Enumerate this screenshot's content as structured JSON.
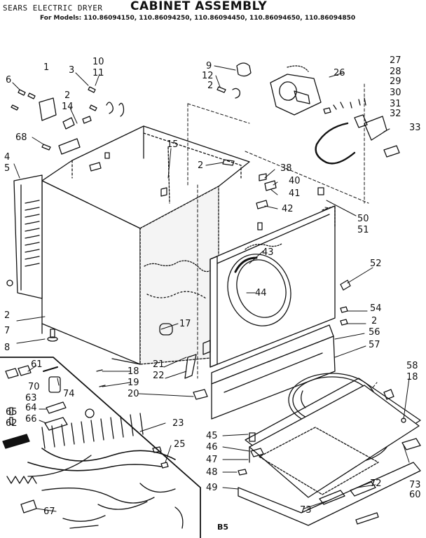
{
  "header": {
    "brand_line": "SEARS ELECTRIC DRYER",
    "title": "CABINET ASSEMBLY",
    "models_line": "For Models: 110.86094150, 110.86094250, 110.86094450, 110.86094650, 110.86094850"
  },
  "footer": {
    "page_code": "B5"
  },
  "callouts": {
    "c1": "1",
    "c10": "10",
    "c11": "11",
    "c3": "3",
    "c6": "6",
    "c2a": "2",
    "c14": "14",
    "c68": "68",
    "c4": "4",
    "c5": "5",
    "c9": "9",
    "c12": "12",
    "c2b": "2",
    "c15": "15",
    "c2c": "2",
    "c38": "38",
    "c40": "40",
    "c41": "41",
    "c42": "42",
    "c26": "26",
    "c27": "27",
    "c28": "28",
    "c29": "29",
    "c30": "30",
    "c31": "31",
    "c32": "32",
    "c33": "33",
    "c50": "50",
    "c51": "51",
    "c43": "43",
    "c52": "52",
    "c44": "44",
    "c2d": "2",
    "c7": "7",
    "c17": "17",
    "c54": "54",
    "c2e": "2",
    "c56": "56",
    "c8": "8",
    "c57": "57",
    "c61": "61",
    "c70": "70",
    "c63": "63",
    "c74": "74",
    "c18a": "18",
    "c19": "19",
    "c20": "20",
    "c21": "21",
    "c22": "22",
    "c58": "58",
    "c18b": "18",
    "c65": "65",
    "c62": "62",
    "c64": "64",
    "c66": "66",
    "c23": "23",
    "c25": "25",
    "c45": "45",
    "c46": "46",
    "c47": "47",
    "c48": "48",
    "c49": "49",
    "c72": "72",
    "c73a": "73",
    "c60": "60",
    "c73b": "73",
    "c67": "67"
  }
}
